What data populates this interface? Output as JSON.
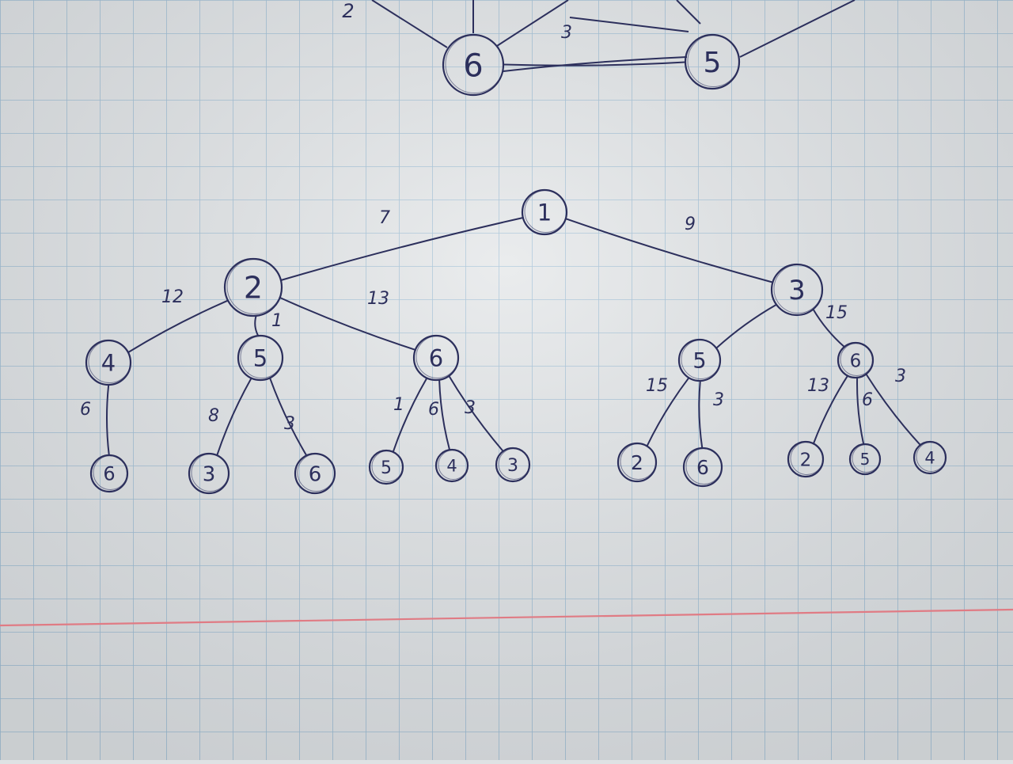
{
  "colors": {
    "paper": "#dfe2e4",
    "grid": "#8fb4cf",
    "margin_line": "#e07b84",
    "ink": "#2c2f5c"
  },
  "nodes": [
    {
      "id": "top-6",
      "label": "6"
    },
    {
      "id": "top-5",
      "label": "5"
    },
    {
      "id": "root",
      "label": "1"
    },
    {
      "id": "n2",
      "label": "2"
    },
    {
      "id": "n3",
      "label": "3"
    },
    {
      "id": "n4",
      "label": "4"
    },
    {
      "id": "n5a",
      "label": "5"
    },
    {
      "id": "n6a",
      "label": "6"
    },
    {
      "id": "n5b",
      "label": "5"
    },
    {
      "id": "n6b",
      "label": "6"
    },
    {
      "id": "l-6-under-4",
      "label": "6"
    },
    {
      "id": "l-3-under-5",
      "label": "3"
    },
    {
      "id": "l-6-under-5",
      "label": "6"
    },
    {
      "id": "l-5-under-6",
      "label": "5"
    },
    {
      "id": "l-4-under-6",
      "label": "4"
    },
    {
      "id": "l-3-under-6",
      "label": "3"
    },
    {
      "id": "l-2-under-5",
      "label": "2"
    },
    {
      "id": "l-6-under-5b",
      "label": "6"
    },
    {
      "id": "l-2-under-6",
      "label": "2"
    },
    {
      "id": "l-5-under-6b",
      "label": "5"
    },
    {
      "id": "l-4-under-6b",
      "label": "4"
    }
  ],
  "edges": [
    {
      "from": "root",
      "to": "n2",
      "weight": "7"
    },
    {
      "from": "root",
      "to": "n3",
      "weight": "9"
    },
    {
      "from": "n2",
      "to": "n4",
      "weight": "12"
    },
    {
      "from": "n2",
      "to": "n5a",
      "weight": "1"
    },
    {
      "from": "n2",
      "to": "n6a",
      "weight": "13"
    },
    {
      "from": "n3",
      "to": "n5b",
      "weight": ""
    },
    {
      "from": "n3",
      "to": "n6b",
      "weight": "15"
    },
    {
      "from": "n4",
      "to": "l-6-under-4",
      "weight": "6"
    },
    {
      "from": "n5a",
      "to": "l-3-under-5",
      "weight": "8"
    },
    {
      "from": "n5a",
      "to": "l-6-under-5",
      "weight": "3"
    },
    {
      "from": "n6a",
      "to": "l-5-under-6",
      "weight": "1"
    },
    {
      "from": "n6a",
      "to": "l-4-under-6",
      "weight": "6"
    },
    {
      "from": "n6a",
      "to": "l-3-under-6",
      "weight": "3"
    },
    {
      "from": "n5b",
      "to": "l-2-under-5",
      "weight": "15"
    },
    {
      "from": "n5b",
      "to": "l-6-under-5b",
      "weight": "3"
    },
    {
      "from": "n6b",
      "to": "l-2-under-6",
      "weight": "13"
    },
    {
      "from": "n6b",
      "to": "l-5-under-6b",
      "weight": "6"
    },
    {
      "from": "n6b",
      "to": "l-4-under-6b",
      "weight": "3"
    },
    {
      "from": "top-6",
      "to": "top-5",
      "weight": "3"
    }
  ],
  "fragment_labels": [
    "2"
  ]
}
